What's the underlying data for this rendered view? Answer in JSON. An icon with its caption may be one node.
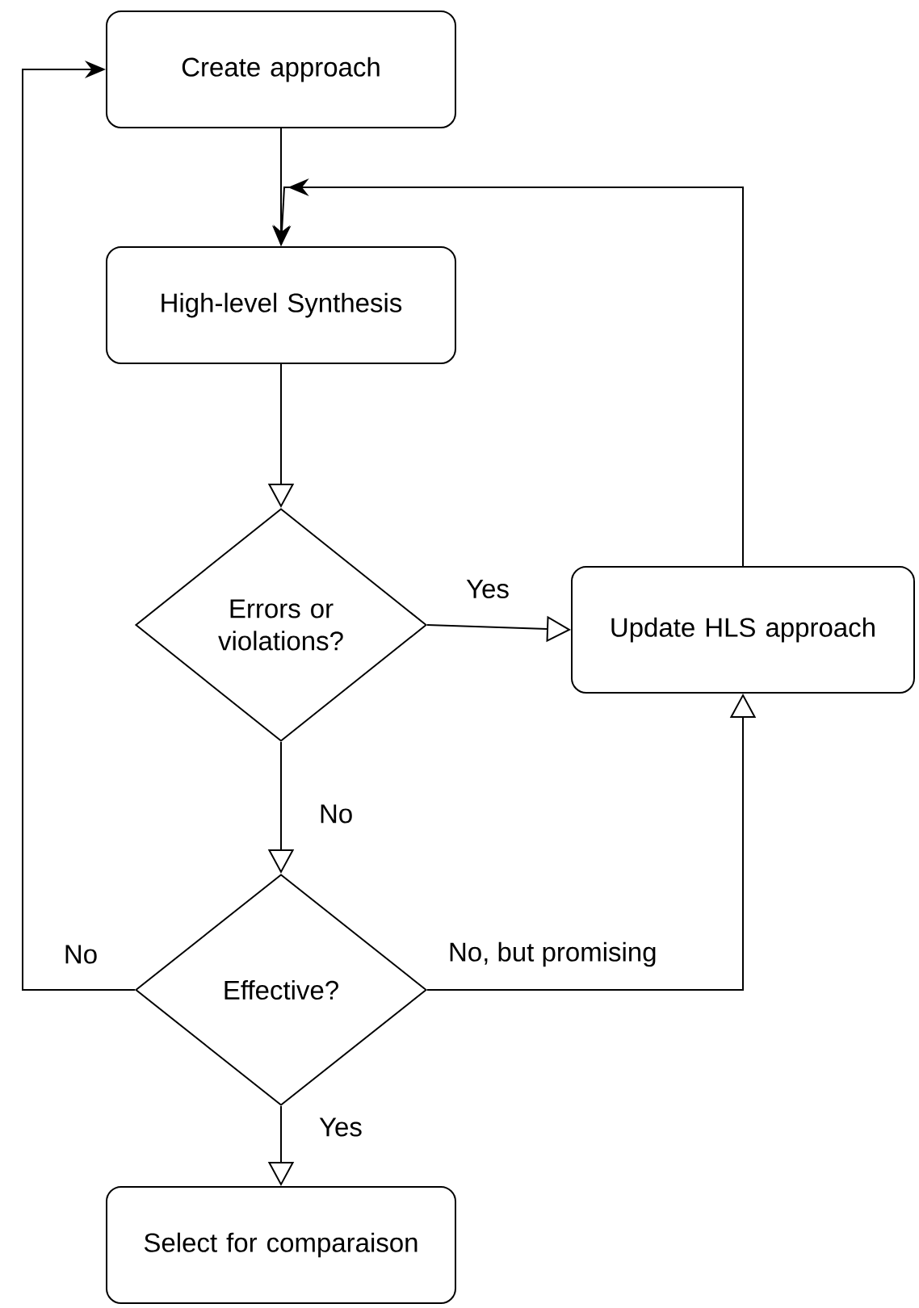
{
  "diagram": {
    "nodes": [
      {
        "text": [
          "Create approach"
        ]
      },
      {
        "text": [
          "High-level Synthesis"
        ]
      },
      {
        "text": [
          "Errors or violations?"
        ]
      },
      {
        "text": [
          "Update HLS approach"
        ]
      },
      {
        "text": [
          "Effective?"
        ]
      },
      {
        "text": [
          "Select for comparaison"
        ]
      }
    ],
    "edges": [
      {
        "from": 0,
        "to": 1,
        "arrow": "to"
      },
      {
        "from": 3,
        "to": 1,
        "arrow": "to"
      },
      {
        "from": 1,
        "to": 2,
        "arrow": "to"
      },
      {
        "from": 2,
        "to": 3,
        "arrow": "to",
        "label": "Yes"
      },
      {
        "from": 2,
        "to": 4,
        "arrow": "to",
        "label": "No"
      },
      {
        "from": 4,
        "to": 3,
        "arrow": "to",
        "label": "No, but promising"
      },
      {
        "from": 4,
        "to": 0,
        "arrow": "to",
        "label": "No"
      },
      {
        "from": 4,
        "to": 5,
        "arrow": "to",
        "label": "Yes"
      }
    ]
  }
}
